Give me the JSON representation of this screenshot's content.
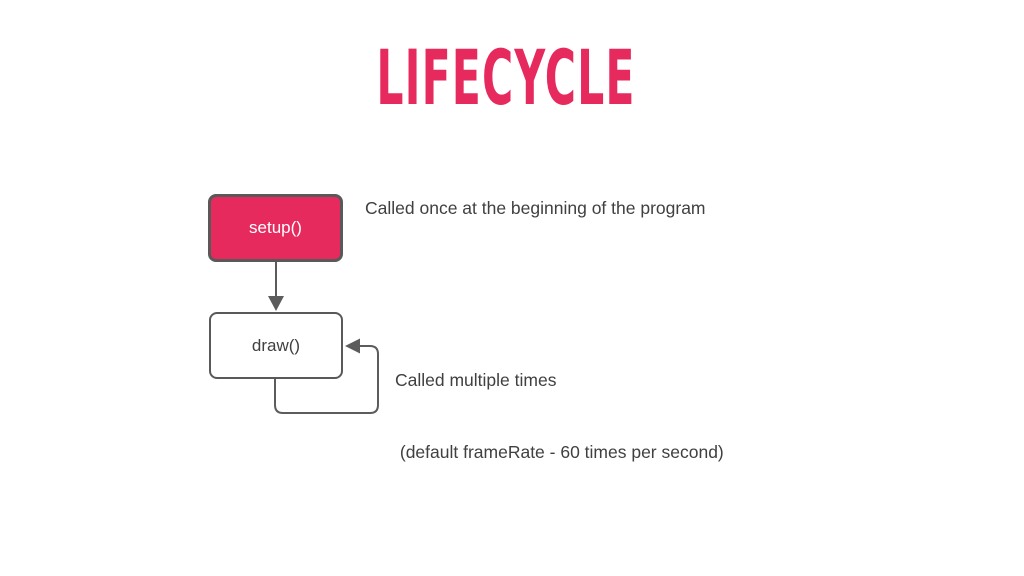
{
  "title": "LIFECYCLE",
  "colors": {
    "accent_pink": "#E72A5E",
    "node_border_gray": "#595959",
    "arrow_gray": "#5C5C5C",
    "text_gray": "#404040"
  },
  "diagram": {
    "setup": {
      "label": "setup()",
      "note": "Called once at the beginning of the program"
    },
    "draw": {
      "label": "draw()",
      "note_line1": "Called multiple times",
      "note_line2": " (default frameRate - 60 times per second)"
    }
  }
}
